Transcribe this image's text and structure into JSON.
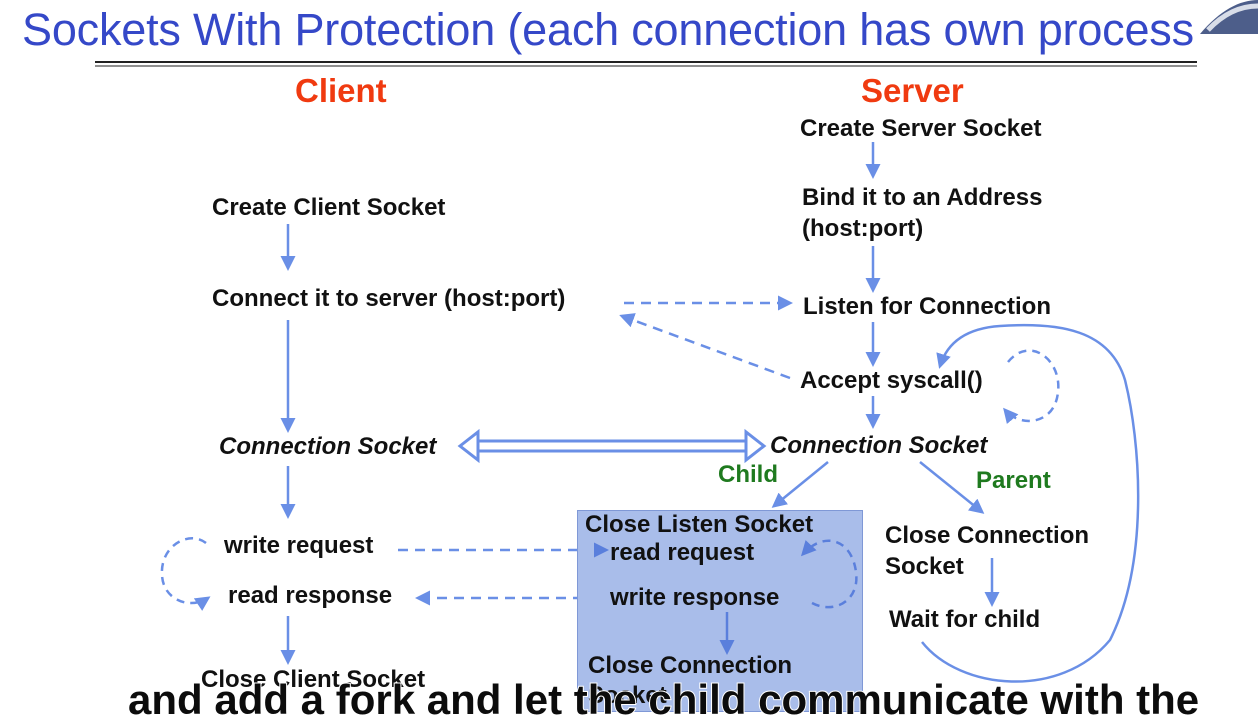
{
  "title": "Sockets With Protection (each connection has own process",
  "client": {
    "heading": "Client",
    "create": "Create Client Socket",
    "connect": "Connect it to server (host:port)",
    "conn_socket": "Connection Socket",
    "write": "write request",
    "read": "read response",
    "close": "Close Client Socket"
  },
  "server": {
    "heading": "Server",
    "create": "Create Server Socket",
    "bind_1": "Bind it to an Address",
    "bind_2": "(host:port)",
    "listen": "Listen for Connection",
    "accept": "Accept syscall()",
    "conn_socket": "Connection Socket"
  },
  "child": {
    "label": "Child",
    "close_listen": "Close Listen Socket",
    "read": "read request",
    "write": "write response",
    "close_conn_1": "Close Connection",
    "close_conn_2": "Socket"
  },
  "parent": {
    "label": "Parent",
    "close_conn_1": "Close Connection",
    "close_conn_2": "Socket",
    "wait": "Wait for child"
  },
  "caption": "and add a fork and let the child communicate with the",
  "colors": {
    "title": "#3548c8",
    "heading": "#f03a10",
    "arrow": "#6a8fe6",
    "child_box": "#a9bdea",
    "tag": "#1f7a1f"
  }
}
